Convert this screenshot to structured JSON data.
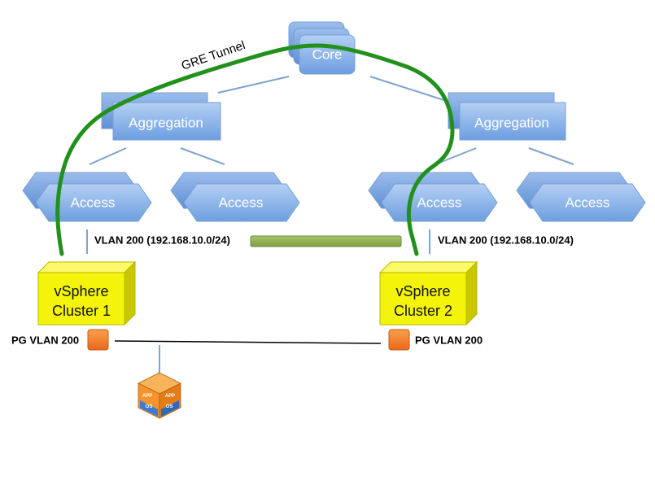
{
  "nodes": {
    "core": "Core",
    "aggregation_left": "Aggregation",
    "aggregation_right": "Aggregation",
    "access_1": "Access",
    "access_2": "Access",
    "access_3": "Access",
    "access_4": "Access"
  },
  "tunnel": {
    "label": "GRE Tunnel"
  },
  "vlans": {
    "left": "VLAN 200 (192.168.10.0/24)",
    "right": "VLAN 200 (192.168.10.0/24)"
  },
  "clusters": {
    "cluster1": {
      "line1": "vSphere",
      "line2": "Cluster 1",
      "pg_label": "PG VLAN 200"
    },
    "cluster2": {
      "line1": "vSphere",
      "line2": "Cluster 2",
      "pg_label": "PG VLAN 200"
    }
  },
  "vm_icon": {
    "app_text": "APP",
    "os_text": "OS"
  },
  "colors": {
    "node_fill_top": "#a9c8f0",
    "node_fill_bottom": "#6fa0e0",
    "node_stroke": "#7a9fd2",
    "link": "#7ea3cf",
    "tunnel": "#22911c",
    "green_bar": "#8db04f",
    "cluster_yellow": "#f4f40a",
    "pg_orange": "#f07a24",
    "vm_orange": "#f4942a",
    "vm_blue": "#3b7bd5"
  }
}
